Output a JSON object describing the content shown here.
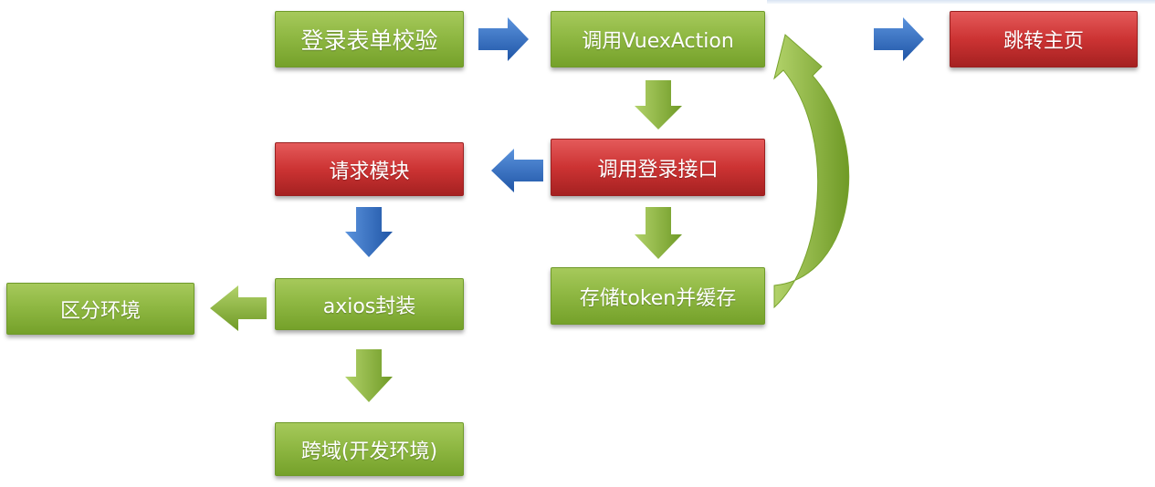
{
  "nodes": {
    "form_validation": "登录表单校验",
    "call_vuex_action": "调用VuexAction",
    "jump_home": "跳转主页",
    "request_module": "请求模块",
    "call_login_api": "调用登录接口",
    "distinguish_env": "区分环境",
    "axios_wrap": "axios封装",
    "store_token": "存储token并缓存",
    "cross_domain": "跨域(开发环境)"
  },
  "colors": {
    "green_node": "#8fb843",
    "red_node": "#cc3333",
    "blue_arrow": "#2f6fc0",
    "green_arrow": "#8cb83c"
  }
}
